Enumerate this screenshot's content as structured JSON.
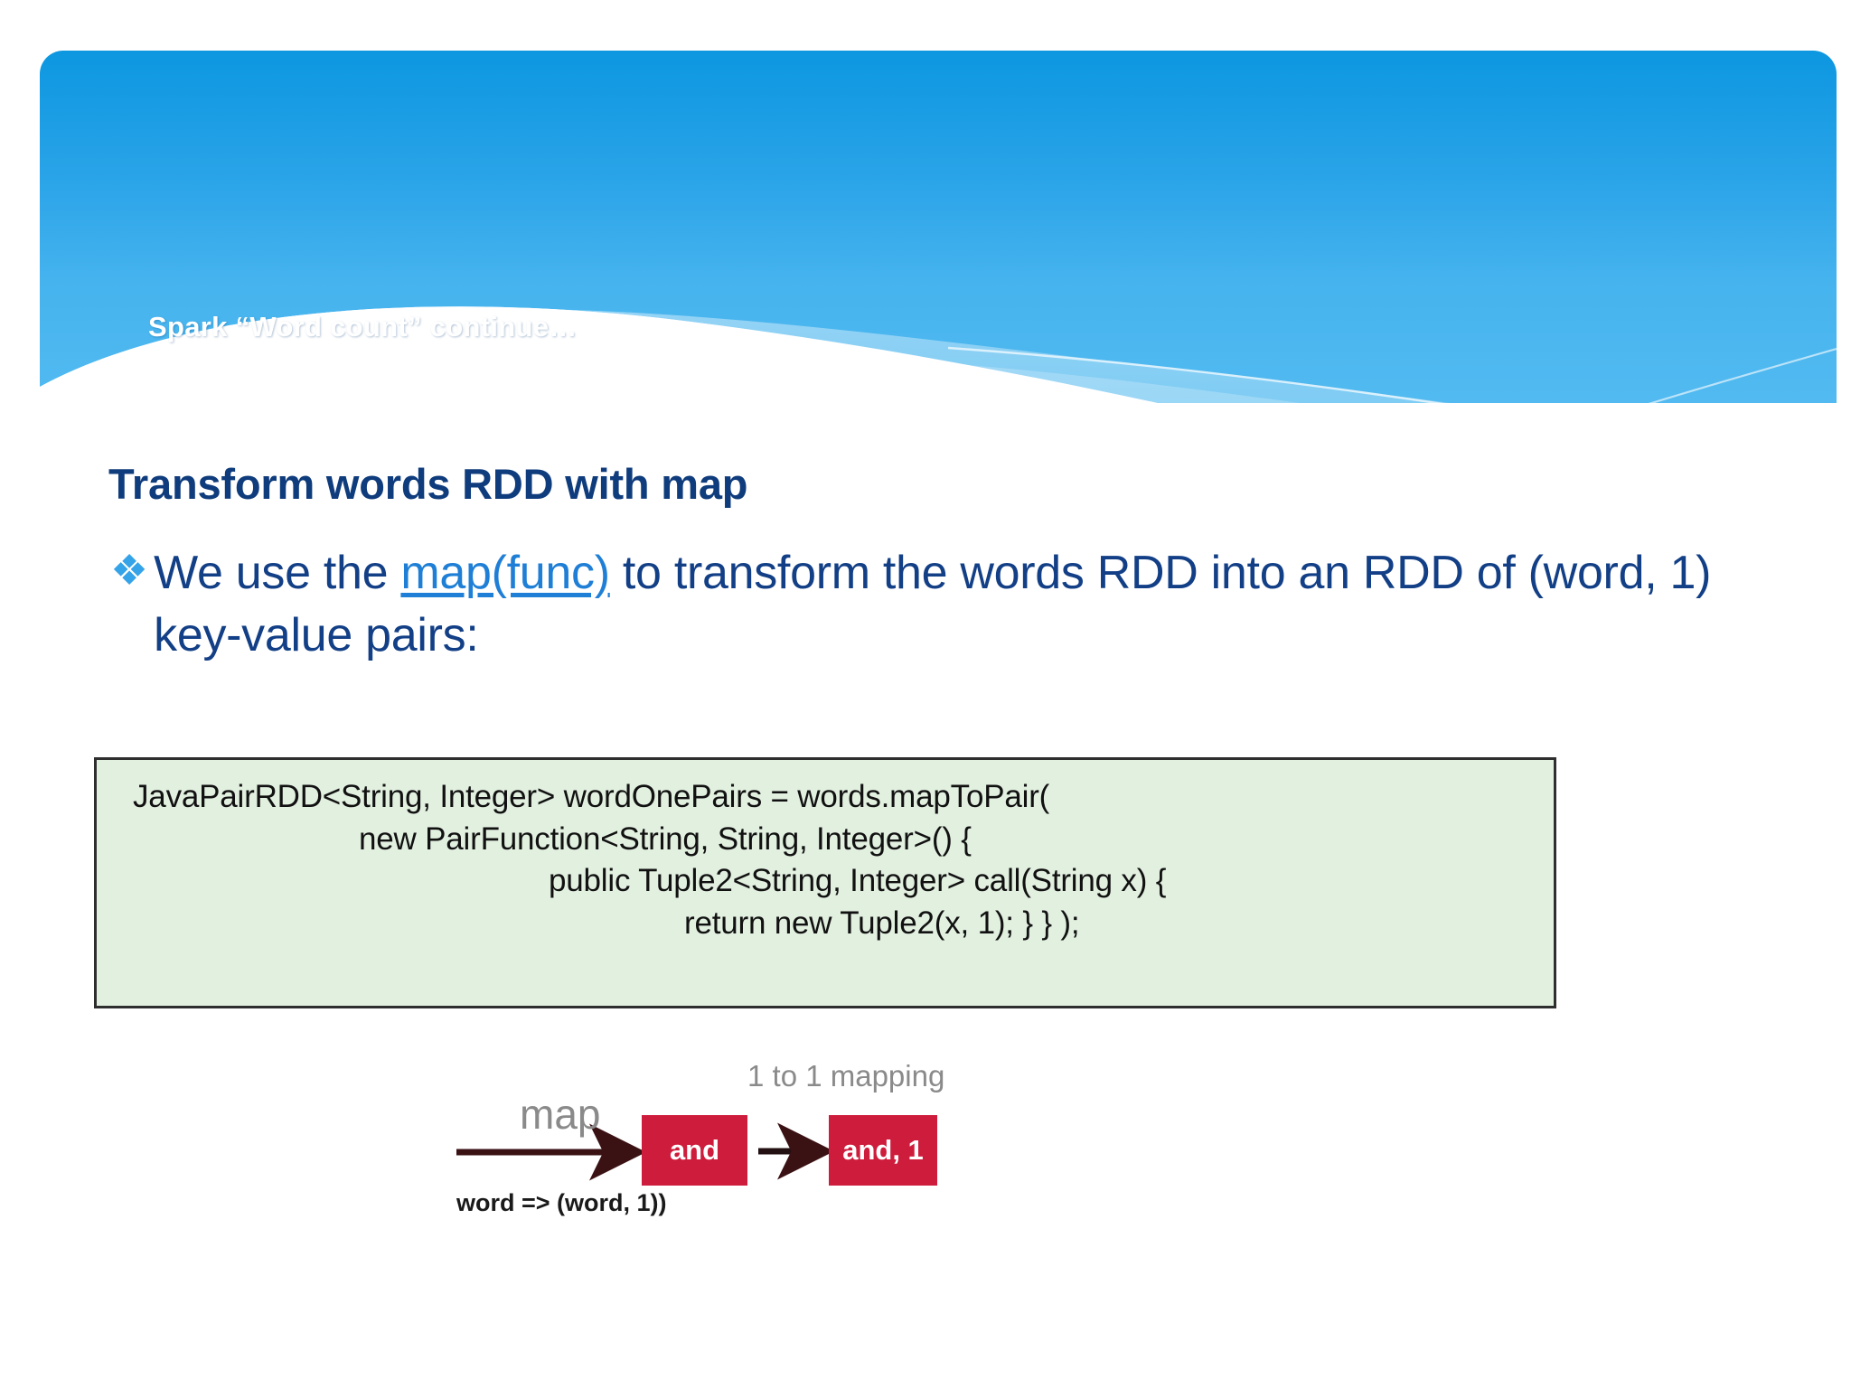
{
  "slide": {
    "banner": {
      "title": "Spark “Word count” continue…",
      "gradient_top": "#0c97e0",
      "gradient_bottom": "#52baf0"
    },
    "heading": "Transform words RDD with map",
    "bullet": {
      "marker": "❖",
      "text_before_link": "We use the ",
      "link_label": "map(func)",
      "text_after_link": " to transform the words RDD into an RDD of (word, 1) key-value pairs:",
      "text_color": "#123f86",
      "link_color": "#1f7fd6"
    },
    "code_box": {
      "background": "#e2f0e0",
      "border_color": "#2e2e2e",
      "lines": [
        "JavaPairRDD<String, Integer> wordOnePairs = words.mapToPair(",
        "new PairFunction<String, String, Integer>() {",
        "public Tuple2<String, Integer> call(String x) {",
        "return new Tuple2(x, 1); } } );"
      ]
    },
    "diagram": {
      "map_label": "map",
      "mapping_label": "1 to 1 mapping",
      "sub_label": "word => (word, 1))",
      "box_in": "and",
      "box_out": "and, 1",
      "box_color": "#ce1c3c",
      "arrow_color": "#3b1214"
    }
  }
}
